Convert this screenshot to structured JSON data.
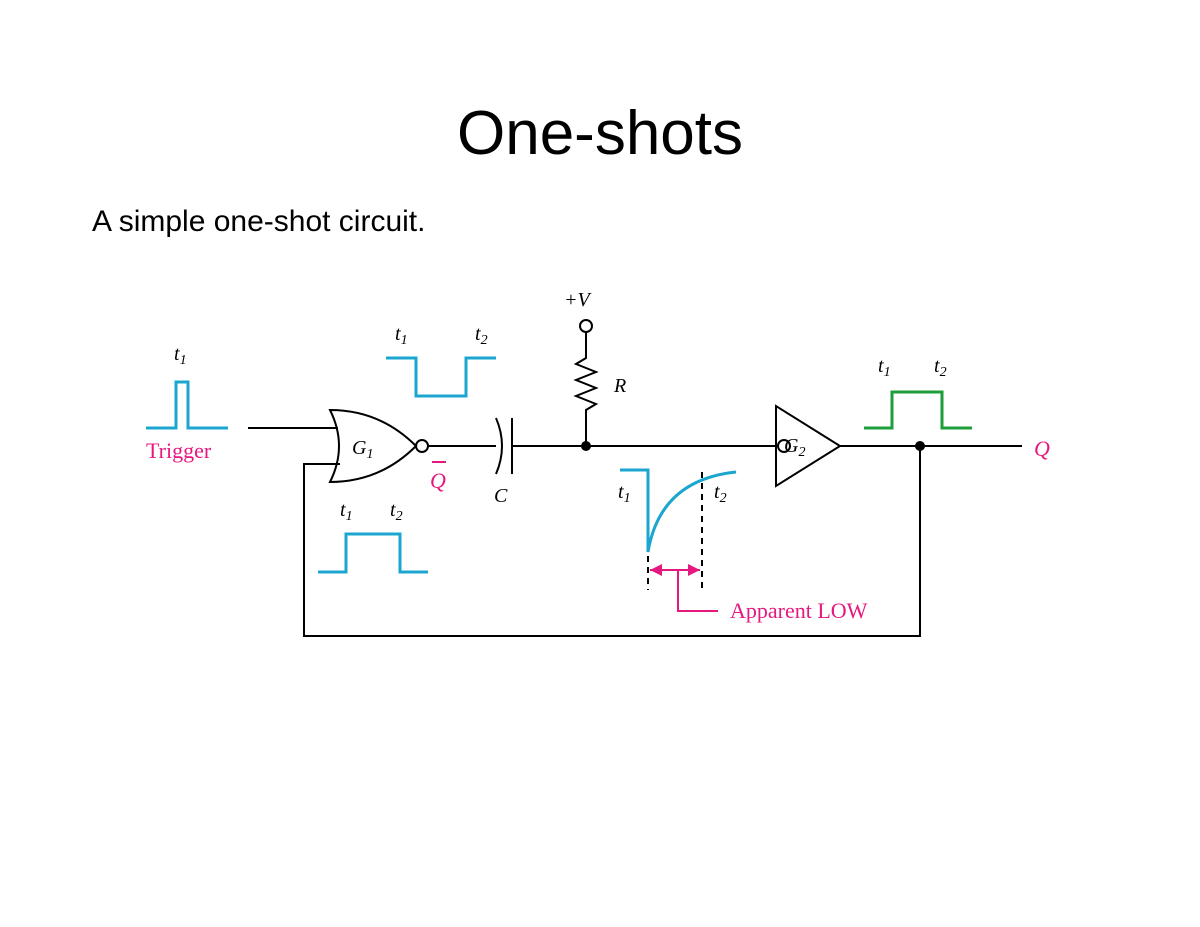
{
  "title": "One-shots",
  "subtitle": "A simple one-shot circuit.",
  "diagram": {
    "supply_label": "+V",
    "resistor_label": "R",
    "capacitor_label": "C",
    "gate1_label": "G",
    "gate1_sub": "1",
    "gate2_label": "G",
    "gate2_sub": "2",
    "qbar_label": "Q",
    "q_label": "Q",
    "trigger_label": "Trigger",
    "apparent_low_label": "Apparent LOW",
    "t1": "t",
    "t1_sub": "1",
    "t2_sub": "2",
    "colors": {
      "waveform_blue": "#1ba6cf",
      "waveform_green": "#1e9e3a",
      "annotation_pink": "#e6177f"
    }
  }
}
